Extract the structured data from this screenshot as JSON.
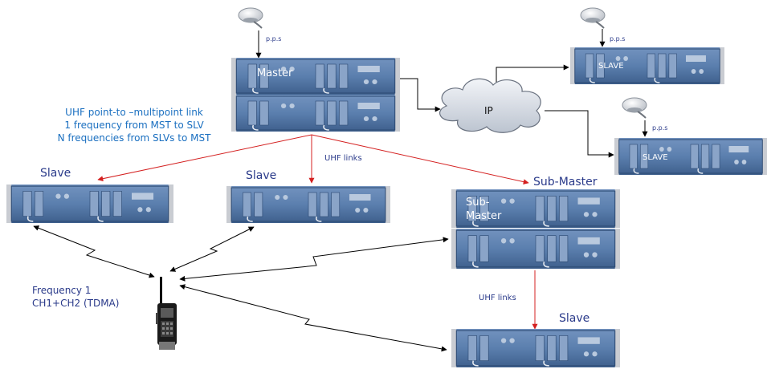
{
  "labels": {
    "master": "Master",
    "slave_right_top": "SLAVE",
    "slave_right_bottom": "SLAVE",
    "ip": "IP",
    "pps_master": "p.p.s",
    "pps_slave_top": "p.p.s",
    "pps_slave_bottom": "p.p.s",
    "uhf_desc": [
      "UHF point-to –multipoint link",
      "1 frequency  from MST to SLV",
      "N frequencies from SLVs to MST"
    ],
    "slave_left": "Slave",
    "slave_mid": "Slave",
    "sub_master_title": "Sub-Master",
    "sub_master_unit": [
      "Sub-",
      "Master"
    ],
    "uhf_links_top": "UHF links",
    "uhf_links_bottom": "UHF links",
    "slave_bottom": "Slave",
    "frequency": [
      "Frequency 1",
      "CH1+CH2 (TDMA)"
    ]
  },
  "colors": {
    "panel": "#5b7fae",
    "panel_dark": "#3e5f8c",
    "red_link": "#d42020",
    "text_blue": "#1a6fc0",
    "text_navy": "#2a3a8a"
  }
}
